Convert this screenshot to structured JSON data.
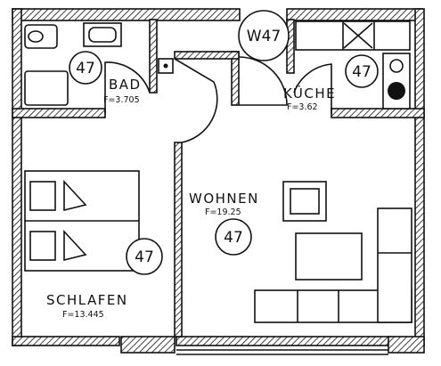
{
  "rooms": {
    "bad": {
      "name": "BAD",
      "area": "F=3.705"
    },
    "kueche": {
      "name": "KÜCHE",
      "area": "F=3.62"
    },
    "wohnen": {
      "name": "WOHNEN",
      "area": "F=19.25"
    },
    "schlafen": {
      "name": "SCHLAFEN",
      "area": "F=13.445"
    }
  },
  "tags": {
    "bad": "47",
    "kueche": "47",
    "wohnen": "47",
    "schlafen": "47",
    "wall": "W47"
  },
  "colors": {
    "ink": "#111111",
    "paper": "#ffffff"
  }
}
